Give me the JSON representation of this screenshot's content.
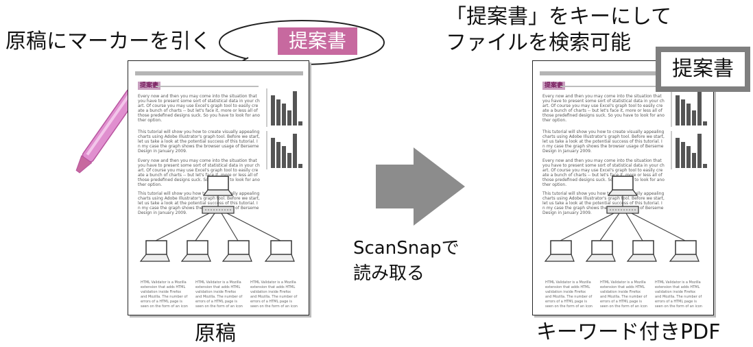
{
  "left_label": "原稿にマーカーを引く",
  "bubble_keyword": "提案書",
  "right_heading_line1": "「提案書」をキーにして",
  "right_heading_line2": "ファイルを検索可能",
  "keyword_box": "提案書",
  "arrow_text_line1": "ScanSnapで",
  "arrow_text_line2": "読み取る",
  "left_caption": "原稿",
  "right_caption": "キーワード付きPDF",
  "document": {
    "tag": "提案書",
    "para1": "Every now and then you may come into the situation that you have to present some sort of statistical data in your chart. Of course you may use Excel's graph tool to easily create a bunch of charts -- but let's face it, more or less all of those predefined designs suck. So you have to look for another option.",
    "para2": "This tutorial will show you how to create visually appealing charts using Adobe Illustrator's graph tool. Before we start, let us take a look at the potential success of this tutorial. In my case the graph shows the browser usage of Berseme Design in January 2009.",
    "caption_text": "HTML Validator is a Mozilla extension that adds HTML validation inside Firefox and Mozilla. The number of errors of a HTML page is seen on the form of an icon in the status bar when browsing. The details of the errors are seen when looking the HTML source of the page."
  },
  "colors": {
    "highlight": "#c7699f",
    "keyword_border": "#7f7f7f",
    "arrow": "#8c8c8c",
    "pen": "#e08fcf"
  }
}
